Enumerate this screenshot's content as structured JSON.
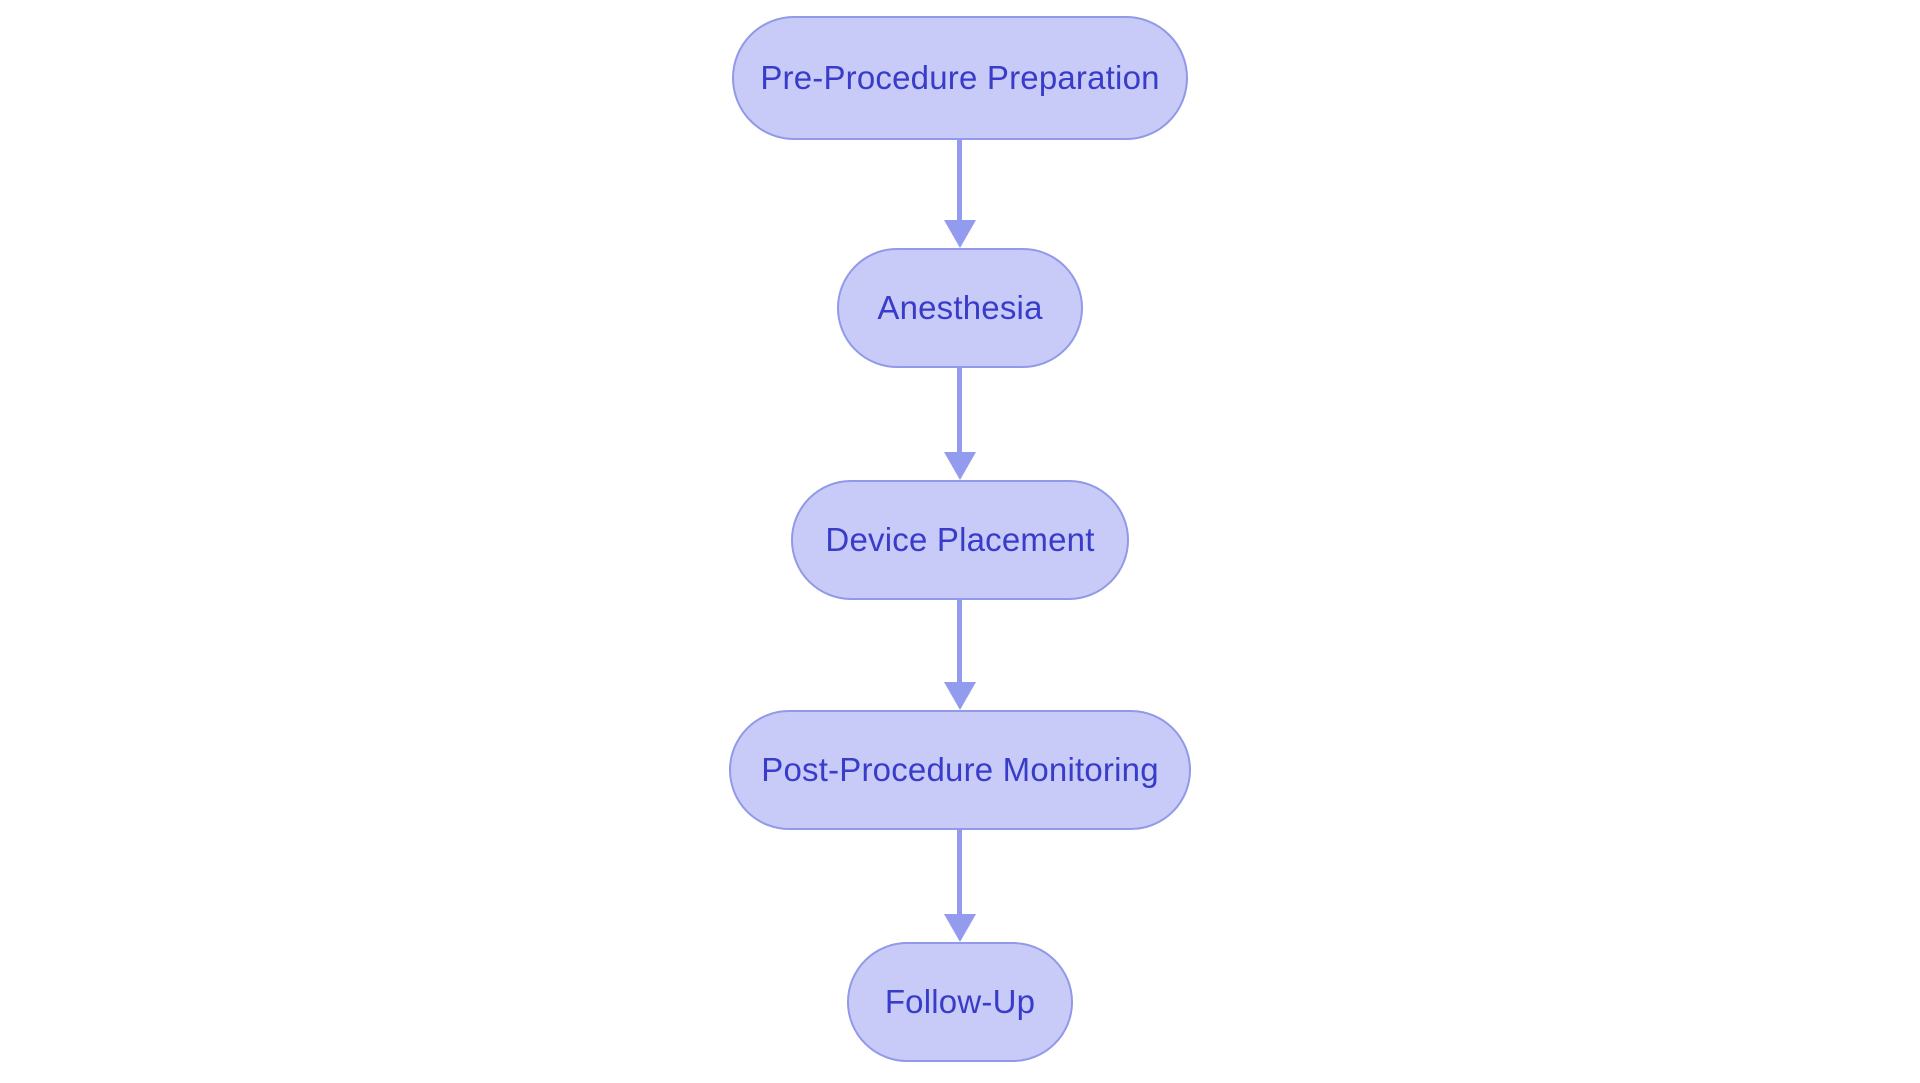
{
  "diagram": {
    "type": "flowchart",
    "direction": "top-down",
    "nodes": [
      {
        "id": "pre-procedure-preparation",
        "label": "Pre-Procedure Preparation"
      },
      {
        "id": "anesthesia",
        "label": "Anesthesia"
      },
      {
        "id": "device-placement",
        "label": "Device Placement"
      },
      {
        "id": "post-procedure-monitoring",
        "label": "Post-Procedure Monitoring"
      },
      {
        "id": "follow-up",
        "label": "Follow-Up"
      }
    ],
    "edges": [
      {
        "from": "pre-procedure-preparation",
        "to": "anesthesia"
      },
      {
        "from": "anesthesia",
        "to": "device-placement"
      },
      {
        "from": "device-placement",
        "to": "post-procedure-monitoring"
      },
      {
        "from": "post-procedure-monitoring",
        "to": "follow-up"
      }
    ],
    "colors": {
      "node_fill": "#c8cbf7",
      "node_border": "#9199e8",
      "node_text": "#383cc8",
      "arrow": "#939bee",
      "background": "#ffffff"
    }
  }
}
